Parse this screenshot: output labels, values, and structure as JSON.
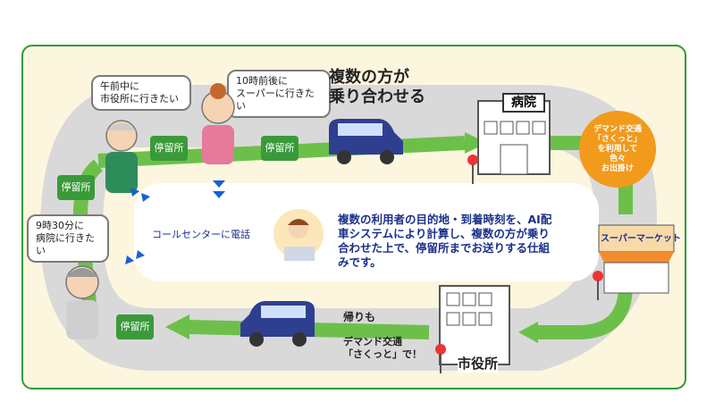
{
  "bubbles": {
    "b1": [
      "午前中に",
      "市役所に行きたい"
    ],
    "b2": [
      "10時前後に",
      "スーパーに行きたい"
    ],
    "b3": [
      "9時30分に",
      "病院に行きたい"
    ]
  },
  "stops": [
    "停留所",
    "停留所",
    "停留所",
    "停留所"
  ],
  "callout": [
    "複数の方が",
    "乗り合わせる"
  ],
  "hospital_sign": "病院",
  "orange_badge": [
    "デマンド交通",
    "「さくっと」",
    "を利用して",
    "色々",
    "お出掛け"
  ],
  "supermarket_sign": "スーパーマーケット",
  "city_hall_sign": "市役所",
  "call_center": "コールセンターに電話",
  "center_text": [
    "複数の利用者の目的地・到着時刻を、AI配",
    "車システムにより計算し、複数の方が乗り",
    "合わせた上で、停留所までお送りする仕組",
    "みです。"
  ],
  "return_text": "帰りも",
  "demand_text": [
    "デマンド交通",
    "「さくっと」で！"
  ],
  "colors": {
    "route": "#6cc04a",
    "frame": "#2f9a3a",
    "van": "#2f3f8f",
    "orange": "#f29a1c"
  }
}
